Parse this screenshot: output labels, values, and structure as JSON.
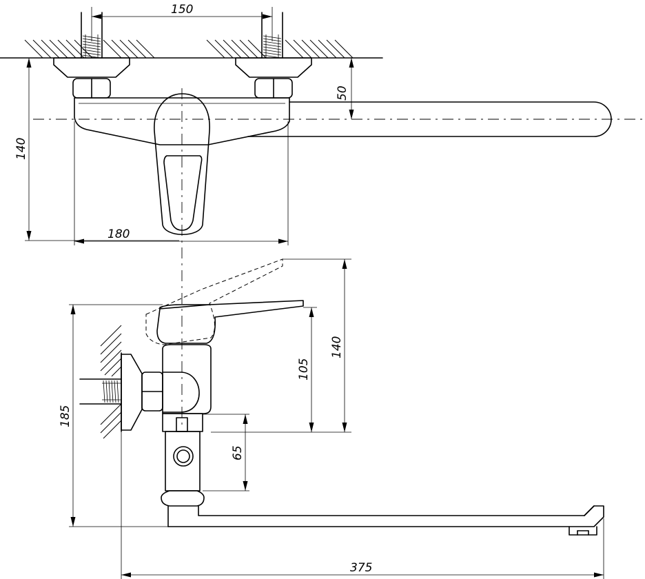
{
  "dimensions": {
    "front_inlet_spacing": "150",
    "front_mount_to_axis": "50",
    "front_total_height": "140",
    "front_body_width": "180",
    "side_lever_swing_height": "140",
    "side_lever_height": "105",
    "side_total_height": "185",
    "side_outlet_offset": "65",
    "side_spout_reach": "375"
  }
}
